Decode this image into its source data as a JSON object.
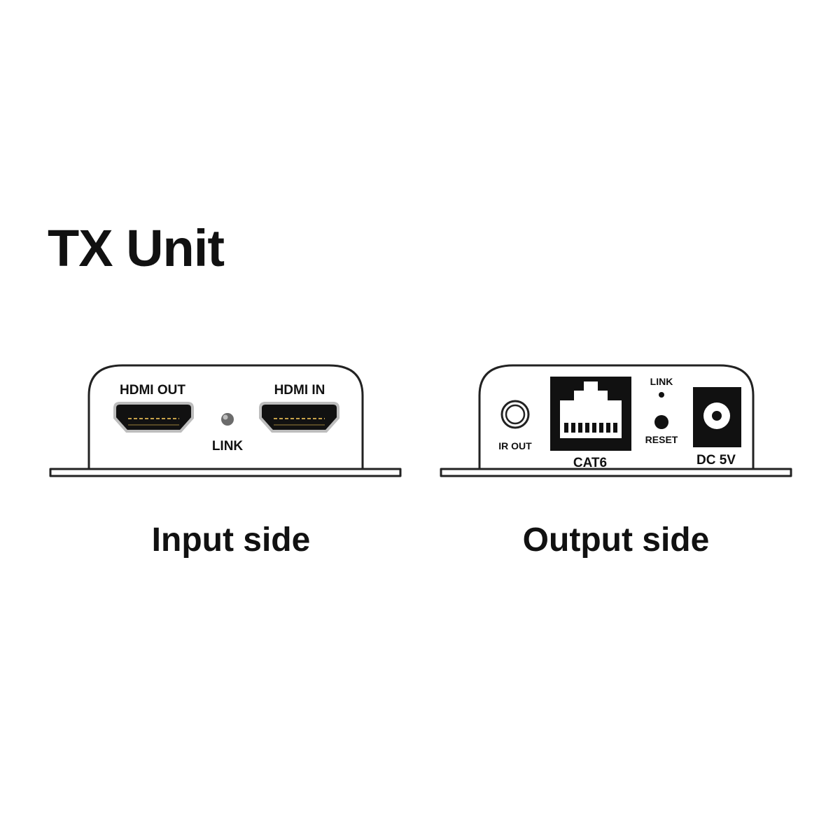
{
  "title": "TX Unit",
  "input_side": {
    "caption": "Input side",
    "hdmi_out_label": "HDMI OUT",
    "hdmi_in_label": "HDMI IN",
    "link_label": "LINK"
  },
  "output_side": {
    "caption": "Output side",
    "ir_out_label": "IR OUT",
    "cat6_label": "CAT6",
    "link_label": "LINK",
    "reset_label": "RESET",
    "dc_label": "DC 5V"
  }
}
